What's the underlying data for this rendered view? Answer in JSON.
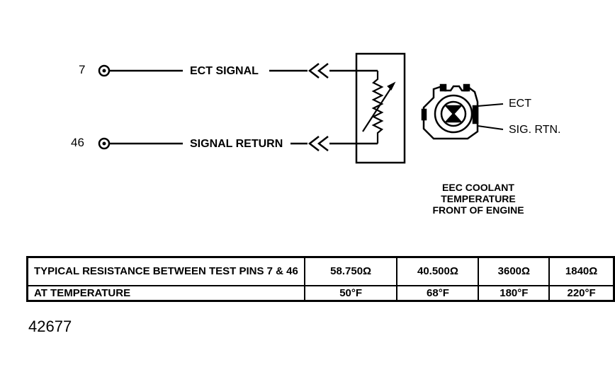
{
  "pins": {
    "pin_a": "7",
    "pin_b": "46"
  },
  "wires": {
    "signal": "ECT SIGNAL",
    "return": "SIGNAL RETURN"
  },
  "sensor_labels": {
    "ect": "ECT",
    "sig_rtn": "SIG. RTN."
  },
  "caption": {
    "line1": "EEC COOLANT",
    "line2": "TEMPERATURE",
    "line3": "FRONT OF ENGINE"
  },
  "table": {
    "row1_header": "TYPICAL RESISTANCE BETWEEN TEST PINS 7 & 46",
    "row2_header": "AT TEMPERATURE",
    "resistances": [
      "58.750Ω",
      "40.500Ω",
      "3600Ω",
      "1840Ω"
    ],
    "temperatures": [
      "50°F",
      "68°F",
      "180°F",
      "220°F"
    ]
  },
  "figure_number": "42677"
}
